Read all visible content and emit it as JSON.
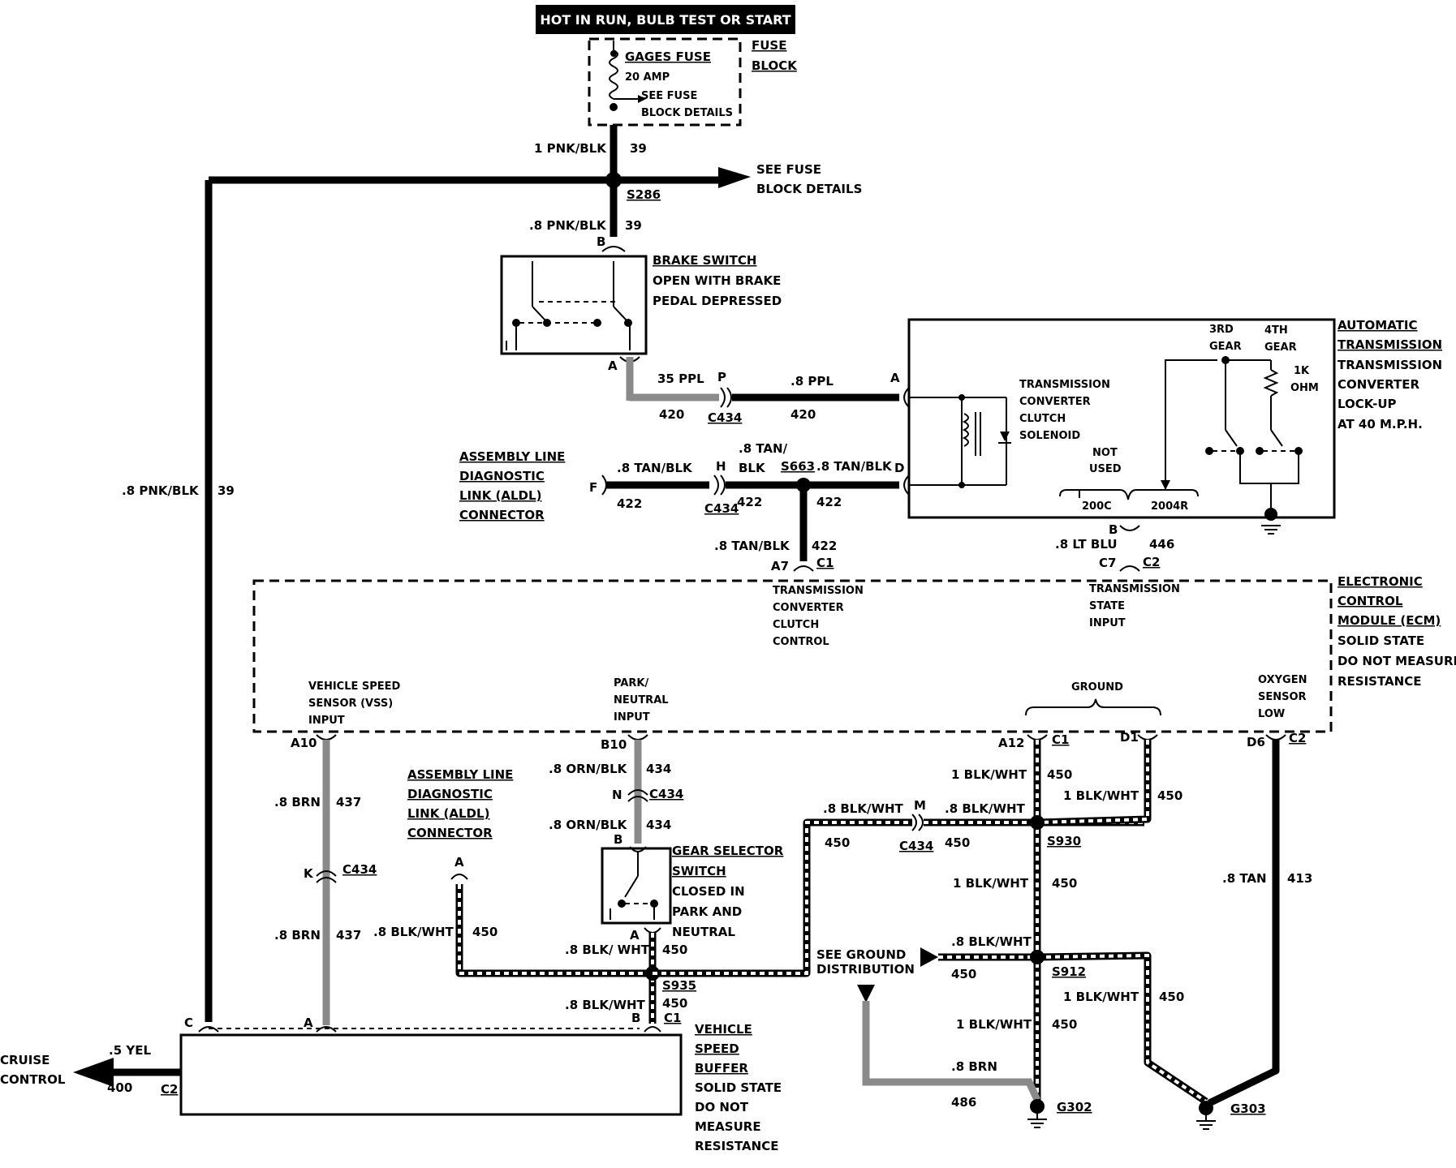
{
  "power_title": "HOT IN RUN, BULB TEST OR START",
  "fuse_block": {
    "label_1": "FUSE",
    "label_2": "BLOCK",
    "fuse_name": "GAGES FUSE",
    "fuse_rating": "20 AMP",
    "see_1": "SEE FUSE",
    "see_2": "BLOCK DETAILS"
  },
  "see_fuse_right": {
    "line_1": "SEE FUSE",
    "line_2": "BLOCK DETAILS"
  },
  "wires": {
    "w39_top": "1 PNK/BLK",
    "c39_top": "39",
    "w39_mid": ".8 PNK/BLK",
    "c39_mid": "39",
    "w39_left": ".8 PNK/BLK",
    "c39_left": "39",
    "w420_a": "35 PPL",
    "c420_a": "420",
    "w420_b": ".8 PPL",
    "c420_b": "420",
    "w422_a": ".8 TAN/BLK",
    "c422_a": "422",
    "w422_b1": ".8 TAN/",
    "w422_b2": "BLK",
    "c422_b": "422",
    "w422_c": ".8 TAN/BLK",
    "c422_c": "422",
    "w422_d": ".8 TAN/BLK",
    "c422_d": "422",
    "w446": ".8 LT BLU",
    "c446": "446",
    "w437_a": ".8 BRN",
    "c437_a": "437",
    "w437_b": ".8 BRN",
    "c437_b": "437",
    "w434_a": ".8 ORN/BLK",
    "c434_a": "434",
    "w434_b": ".8 ORN/BLK",
    "c434_b": "434",
    "w450_aldl": ".8 BLK/WHT",
    "c450_aldl": "450",
    "w450_gs": ".8 BLK/ WHT",
    "c450_gs": "450",
    "w450_buf": ".8 BLK/WHT",
    "c450_buf": "450",
    "w450_m": ".8 BLK/WHT",
    "c450_m_l": "450",
    "w450_m2": ".8 BLK/WHT",
    "c450_m_r": "450",
    "w450_c1": "1 BLK/WHT",
    "c450_c1": "450",
    "w450_d1": "1 BLK/WHT",
    "c450_d1": "450",
    "w450_s930": "1 BLK/WHT",
    "c450_s930": "450",
    "w450_s912": ".8 BLK/WHT",
    "c450_s912": "450",
    "w450_s912r": "1 BLK/WHT",
    "c450_s912r": "450",
    "w450_g302": "1 BLK/WHT",
    "c450_g302": "450",
    "w486": ".8 BRN",
    "c486": "486",
    "w413": ".8 TAN",
    "c413": "413",
    "w400": ".5 YEL",
    "c400": "400"
  },
  "splices": {
    "s286": "S286",
    "s663": "S663",
    "s930": "S930",
    "s912": "S912",
    "s935": "S935"
  },
  "connectors": {
    "c434": "C434",
    "c1": "C1",
    "c2": "C2",
    "pin_b": "B",
    "pin_a": "A",
    "pin_p": "P",
    "pin_h": "H",
    "pin_f": "F",
    "pin_d": "D",
    "pin_a7": "A7",
    "pin_c7": "C7",
    "pin_a10": "A10",
    "pin_b10": "B10",
    "pin_a12": "A12",
    "pin_d1": "D1",
    "pin_d6": "D6",
    "pin_k": "K",
    "pin_n": "N",
    "pin_m": "M",
    "pin_c": "C"
  },
  "brake_switch": {
    "l1": "BRAKE SWITCH",
    "l2": "OPEN WITH BRAKE",
    "l3": "PEDAL DEPRESSED"
  },
  "auto_trans": {
    "l1": "AUTOMATIC",
    "l2": "TRANSMISSION",
    "l3": "TRANSMISSION",
    "l4": "CONVERTER",
    "l5": "LOCK-UP",
    "l6": "AT 40 M.P.H.",
    "solenoid_1": "TRANSMISSION",
    "solenoid_2": "CONVERTER",
    "solenoid_3": "CLUTCH",
    "solenoid_4": "SOLENOID",
    "gear3_1": "3RD",
    "gear3_2": "GEAR",
    "gear4_1": "4TH",
    "gear4_2": "GEAR",
    "ohm_1": "1K",
    "ohm_2": "OHM",
    "not_used_1": "NOT",
    "not_used_2": "USED",
    "model_a": "200C",
    "model_b": "2004R"
  },
  "aldl_1": {
    "l1": "ASSEMBLY LINE",
    "l2": "DIAGNOSTIC",
    "l3": "LINK (ALDL)",
    "l4": "CONNECTOR"
  },
  "aldl_2": {
    "l1": "ASSEMBLY LINE",
    "l2": "DIAGNOSTIC",
    "l3": "LINK (ALDL)",
    "l4": "CONNECTOR"
  },
  "ecm": {
    "l1": "ELECTRONIC",
    "l2": "CONTROL",
    "l3": "MODULE (ECM)",
    "l4": "SOLID STATE",
    "l5": "DO NOT MEASURE",
    "l6": "RESISTANCE",
    "tcc_1": "TRANSMISSION",
    "tcc_2": "CONVERTER",
    "tcc_3": "CLUTCH",
    "tcc_4": "CONTROL",
    "tsi_1": "TRANSMISSION",
    "tsi_2": "STATE",
    "tsi_3": "INPUT",
    "vss_1": "VEHICLE SPEED",
    "vss_2": "SENSOR (VSS)",
    "vss_3": "INPUT",
    "pn_1": "PARK/",
    "pn_2": "NEUTRAL",
    "pn_3": "INPUT",
    "ground": "GROUND",
    "o2_1": "OXYGEN",
    "o2_2": "SENSOR",
    "o2_3": "LOW"
  },
  "gear_selector": {
    "l1": "GEAR SELECTOR",
    "l2": "SWITCH",
    "l3": "CLOSED IN",
    "l4": "PARK AND",
    "l5": "NEUTRAL"
  },
  "vss_buffer": {
    "l1": "VEHICLE",
    "l2": "SPEED",
    "l3": "BUFFER",
    "l4": "SOLID STATE",
    "l5": "DO NOT",
    "l6": "MEASURE",
    "l7": "RESISTANCE"
  },
  "cruise": {
    "l1": "CRUISE",
    "l2": "CONTROL"
  },
  "ground_dist": {
    "l1": "SEE GROUND",
    "l2": "DISTRIBUTION"
  },
  "grounds": {
    "g302": "G302",
    "g303": "G303"
  }
}
